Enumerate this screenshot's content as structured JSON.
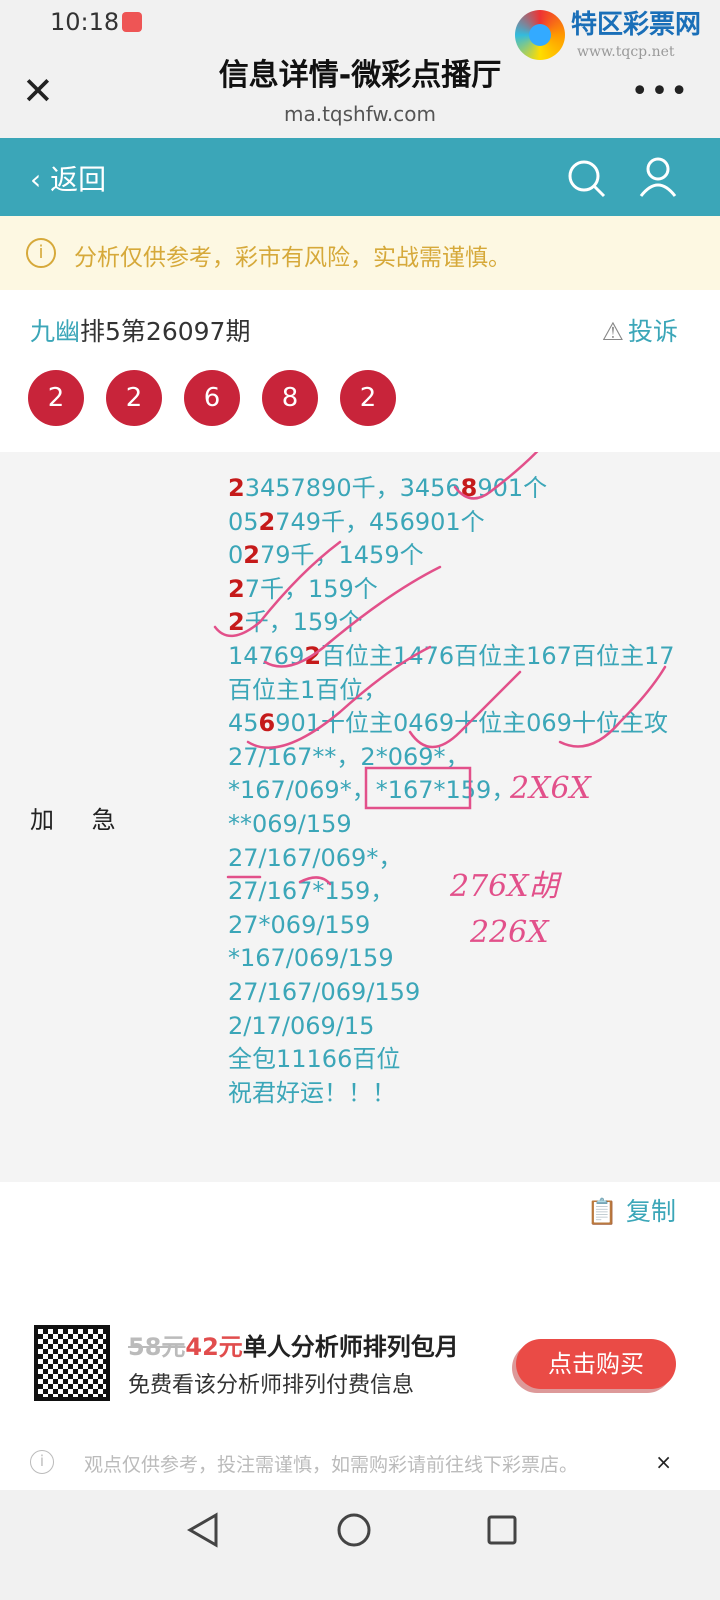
{
  "status": {
    "time": "10:18"
  },
  "watermark": {
    "name": "特区彩票网",
    "url": "www.tqcp.net"
  },
  "titlebar": {
    "title": "信息详情-微彩点播厅",
    "url": "ma.tqshfw.com",
    "close": "✕",
    "more": "•••"
  },
  "nav": {
    "back_label": "返回"
  },
  "notice": {
    "text": "分析仅供参考，彩市有风险，实战需谨慎。"
  },
  "issue": {
    "author": "九幽",
    "title": "排5第26097期",
    "complain_label": "投诉",
    "balls": [
      "2",
      "2",
      "6",
      "8",
      "2"
    ]
  },
  "content": {
    "label": "加 急",
    "lines": [
      [
        {
          "t": "2",
          "r": true
        },
        {
          "t": "3457890千，3456"
        },
        {
          "t": "8",
          "r": true
        },
        {
          "t": "901个"
        }
      ],
      [
        {
          "t": "05"
        },
        {
          "t": "2",
          "r": true
        },
        {
          "t": "749千，456901个"
        }
      ],
      [
        {
          "t": "0"
        },
        {
          "t": "2",
          "r": true
        },
        {
          "t": "79千，1459个"
        }
      ],
      [
        {
          "t": "2",
          "r": true
        },
        {
          "t": "7千，159个"
        }
      ],
      [
        {
          "t": "2",
          "r": true
        },
        {
          "t": "千，159个"
        }
      ],
      [
        {
          "t": "14769"
        },
        {
          "t": "2",
          "r": true
        },
        {
          "t": "百位主1476百位主167百位主17百位主1百位，"
        }
      ],
      [
        {
          "t": "45"
        },
        {
          "t": "6",
          "r": true
        },
        {
          "t": "901十位主0469十位主069十位主攻"
        }
      ],
      [
        {
          "t": "27/167**，2*069*，"
        }
      ],
      [
        {
          "t": "*167/069*，*167*159，"
        }
      ],
      [
        {
          "t": "**069/159"
        }
      ],
      [
        {
          "t": "27/167/069*，"
        }
      ],
      [
        {
          "t": "27/167*159，"
        }
      ],
      [
        {
          "t": "27*069/159"
        }
      ],
      [
        {
          "t": "*167/069/159"
        }
      ],
      [
        {
          "t": "27/167/069/159"
        }
      ],
      [
        {
          "t": "2/17/069/15"
        }
      ],
      [
        {
          "t": "全包11166百位"
        }
      ],
      [
        {
          "t": "祝君好运！！！"
        }
      ]
    ],
    "handwriting": [
      "2X6X",
      "276X胡",
      "226X"
    ],
    "copy_label": "复制"
  },
  "ad": {
    "old_price": "58元",
    "new_price": "42元",
    "title": "单人分析师排列包月",
    "subtitle": "免费看该分析师排列付费信息",
    "buy_label": "点击购买"
  },
  "footer": {
    "text": "观点仅供参考，投注需谨慎，如需购彩请前往线下彩票店。",
    "close": "×"
  },
  "colors": {
    "teal": "#3ba6b8",
    "ball_red": "#c8243a",
    "highlight_red": "#c51a1a",
    "handwriting_pink": "#e2508a",
    "buy_red": "#ea4b46"
  }
}
